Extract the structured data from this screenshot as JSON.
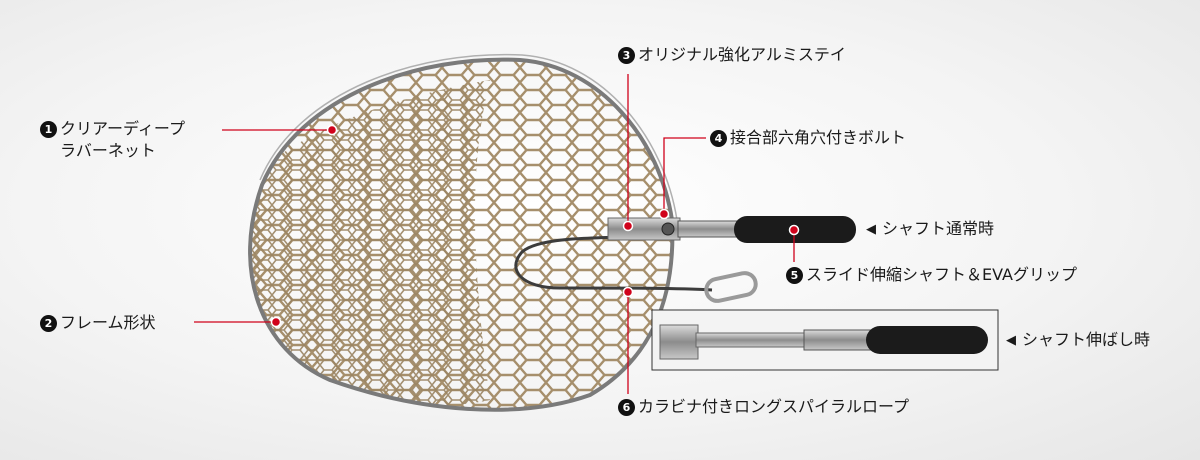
{
  "callouts": [
    {
      "num": "1",
      "line1": "クリアーディープ",
      "line2": "ラバーネット"
    },
    {
      "num": "2",
      "line1": "フレーム形状"
    },
    {
      "num": "3",
      "line1": "オリジナル強化アルミステイ"
    },
    {
      "num": "4",
      "line1": "接合部六角穴付きボルト"
    },
    {
      "num": "5",
      "line1": "スライド伸縮シャフト＆EVAグリップ"
    },
    {
      "num": "6",
      "line1": "カラビナ付きロングスパイラルロープ"
    }
  ],
  "notes": [
    {
      "text": "シャフト通常時",
      "icon": "left-triangle-icon"
    },
    {
      "text": "シャフト伸ばし時",
      "icon": "left-triangle-icon"
    }
  ],
  "colors": {
    "accent": "#d0021b",
    "net": "#a68f6c",
    "frame": "#7a7a7a",
    "grip": "#1b1b1b"
  }
}
